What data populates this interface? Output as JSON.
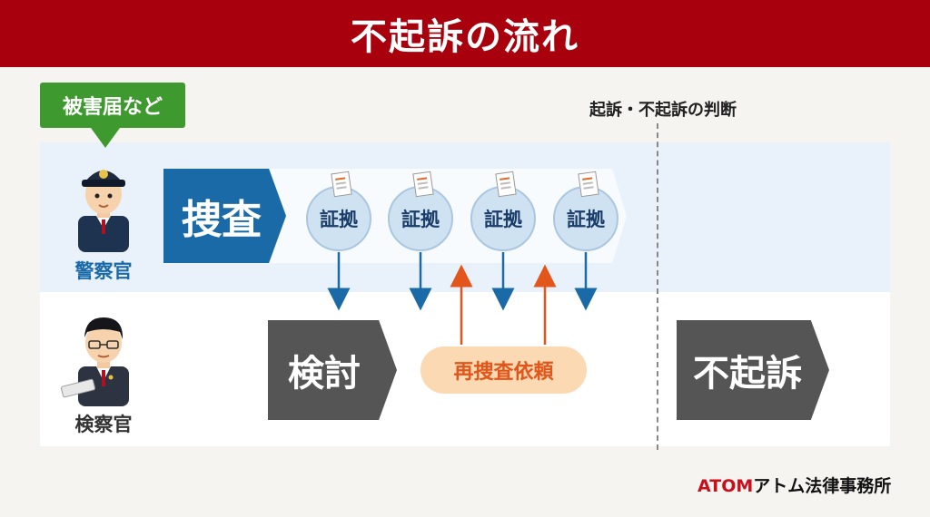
{
  "title": "不起訴の流れ",
  "report_tag": "被害届など",
  "judgment_label": "起訴・不起訴の判断",
  "roles": {
    "police": "警察官",
    "prosecutor": "検察官"
  },
  "steps": {
    "investigation": "捜査",
    "review": "検討",
    "non_prosecution": "不起訴"
  },
  "evidence_items": [
    "証拠",
    "証拠",
    "証拠",
    "証拠"
  ],
  "reinvestigation": "再捜査依頼",
  "logo": {
    "atom": "ATOM",
    "rest": "アトム法律事務所"
  },
  "colors": {
    "title_red": "#a8000c",
    "police_blue": "#1b6aa8",
    "green": "#3e9a2e",
    "gray": "#555555",
    "orange": "#e3561b"
  }
}
